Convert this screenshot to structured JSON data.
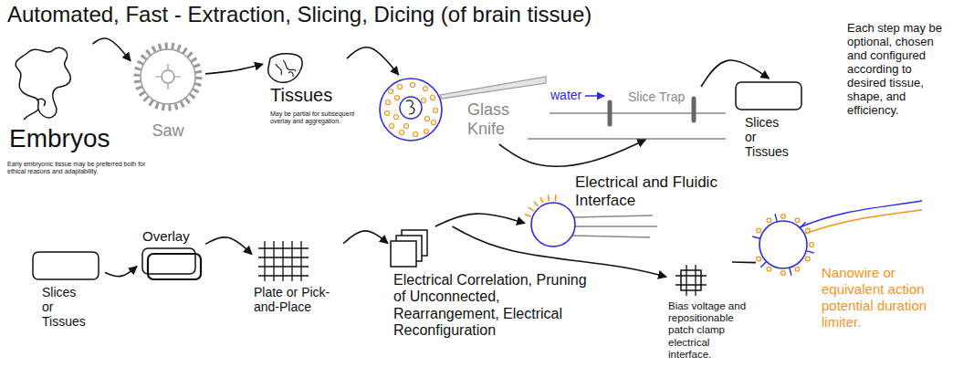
{
  "diagram": {
    "title": "Automated, Fast - Extraction, Slicing, Dicing (of brain tissue)",
    "nodes": [
      {
        "text": [
          "Embryos"
        ]
      },
      {
        "text": [
          "Saw"
        ]
      },
      {
        "text": [
          "Tissues"
        ]
      },
      {
        "text": [
          "Glass Knife"
        ]
      },
      {
        "text": [
          "Slice Trap"
        ]
      },
      {
        "text": [
          "Slices or Tissues"
        ]
      },
      {
        "text": [
          "Slices or Tissues"
        ]
      },
      {
        "text": [
          "Overlay"
        ]
      },
      {
        "text": [
          "Plate or Pick-and-Place"
        ]
      },
      {
        "text": [
          "Electrical Correlation, Pruning of Unconnected, Rearrangement, Electrical Reconfiguration"
        ]
      },
      {
        "text": [
          "Electrical and Fluidic Interface"
        ]
      },
      {
        "text": [
          "Bias voltage and repositionable patch clamp electrical interface."
        ]
      },
      {
        "text": [
          "Nanowire or equivalent action potential duration limiter."
        ]
      }
    ],
    "edges": [
      {
        "from": 0,
        "to": 1,
        "arrow": "to"
      },
      {
        "from": 1,
        "to": 2,
        "arrow": "to"
      },
      {
        "from": 2,
        "to": 3,
        "arrow": "to"
      },
      {
        "from": 3,
        "to": 4,
        "arrow": "to"
      },
      {
        "from": 4,
        "to": 5,
        "arrow": "to"
      },
      {
        "from": 6,
        "to": 7,
        "arrow": "to"
      },
      {
        "from": 7,
        "to": 8,
        "arrow": "to"
      },
      {
        "from": 8,
        "to": 9,
        "arrow": "to"
      },
      {
        "from": 9,
        "to": 10,
        "arrow": "to"
      },
      {
        "from": 9,
        "to": 11,
        "arrow": "to"
      },
      {
        "from": 11,
        "to": 12,
        "arrow": "none"
      }
    ],
    "labels": [
      "Early embryonic tissue may be preferred both for ethical reasons and adaptability.",
      "May be partial for subsequent overlay and aggregation.",
      "water",
      "Each step may be optional, chosen and configured according to desired tissue, shape, and efficiency."
    ]
  }
}
